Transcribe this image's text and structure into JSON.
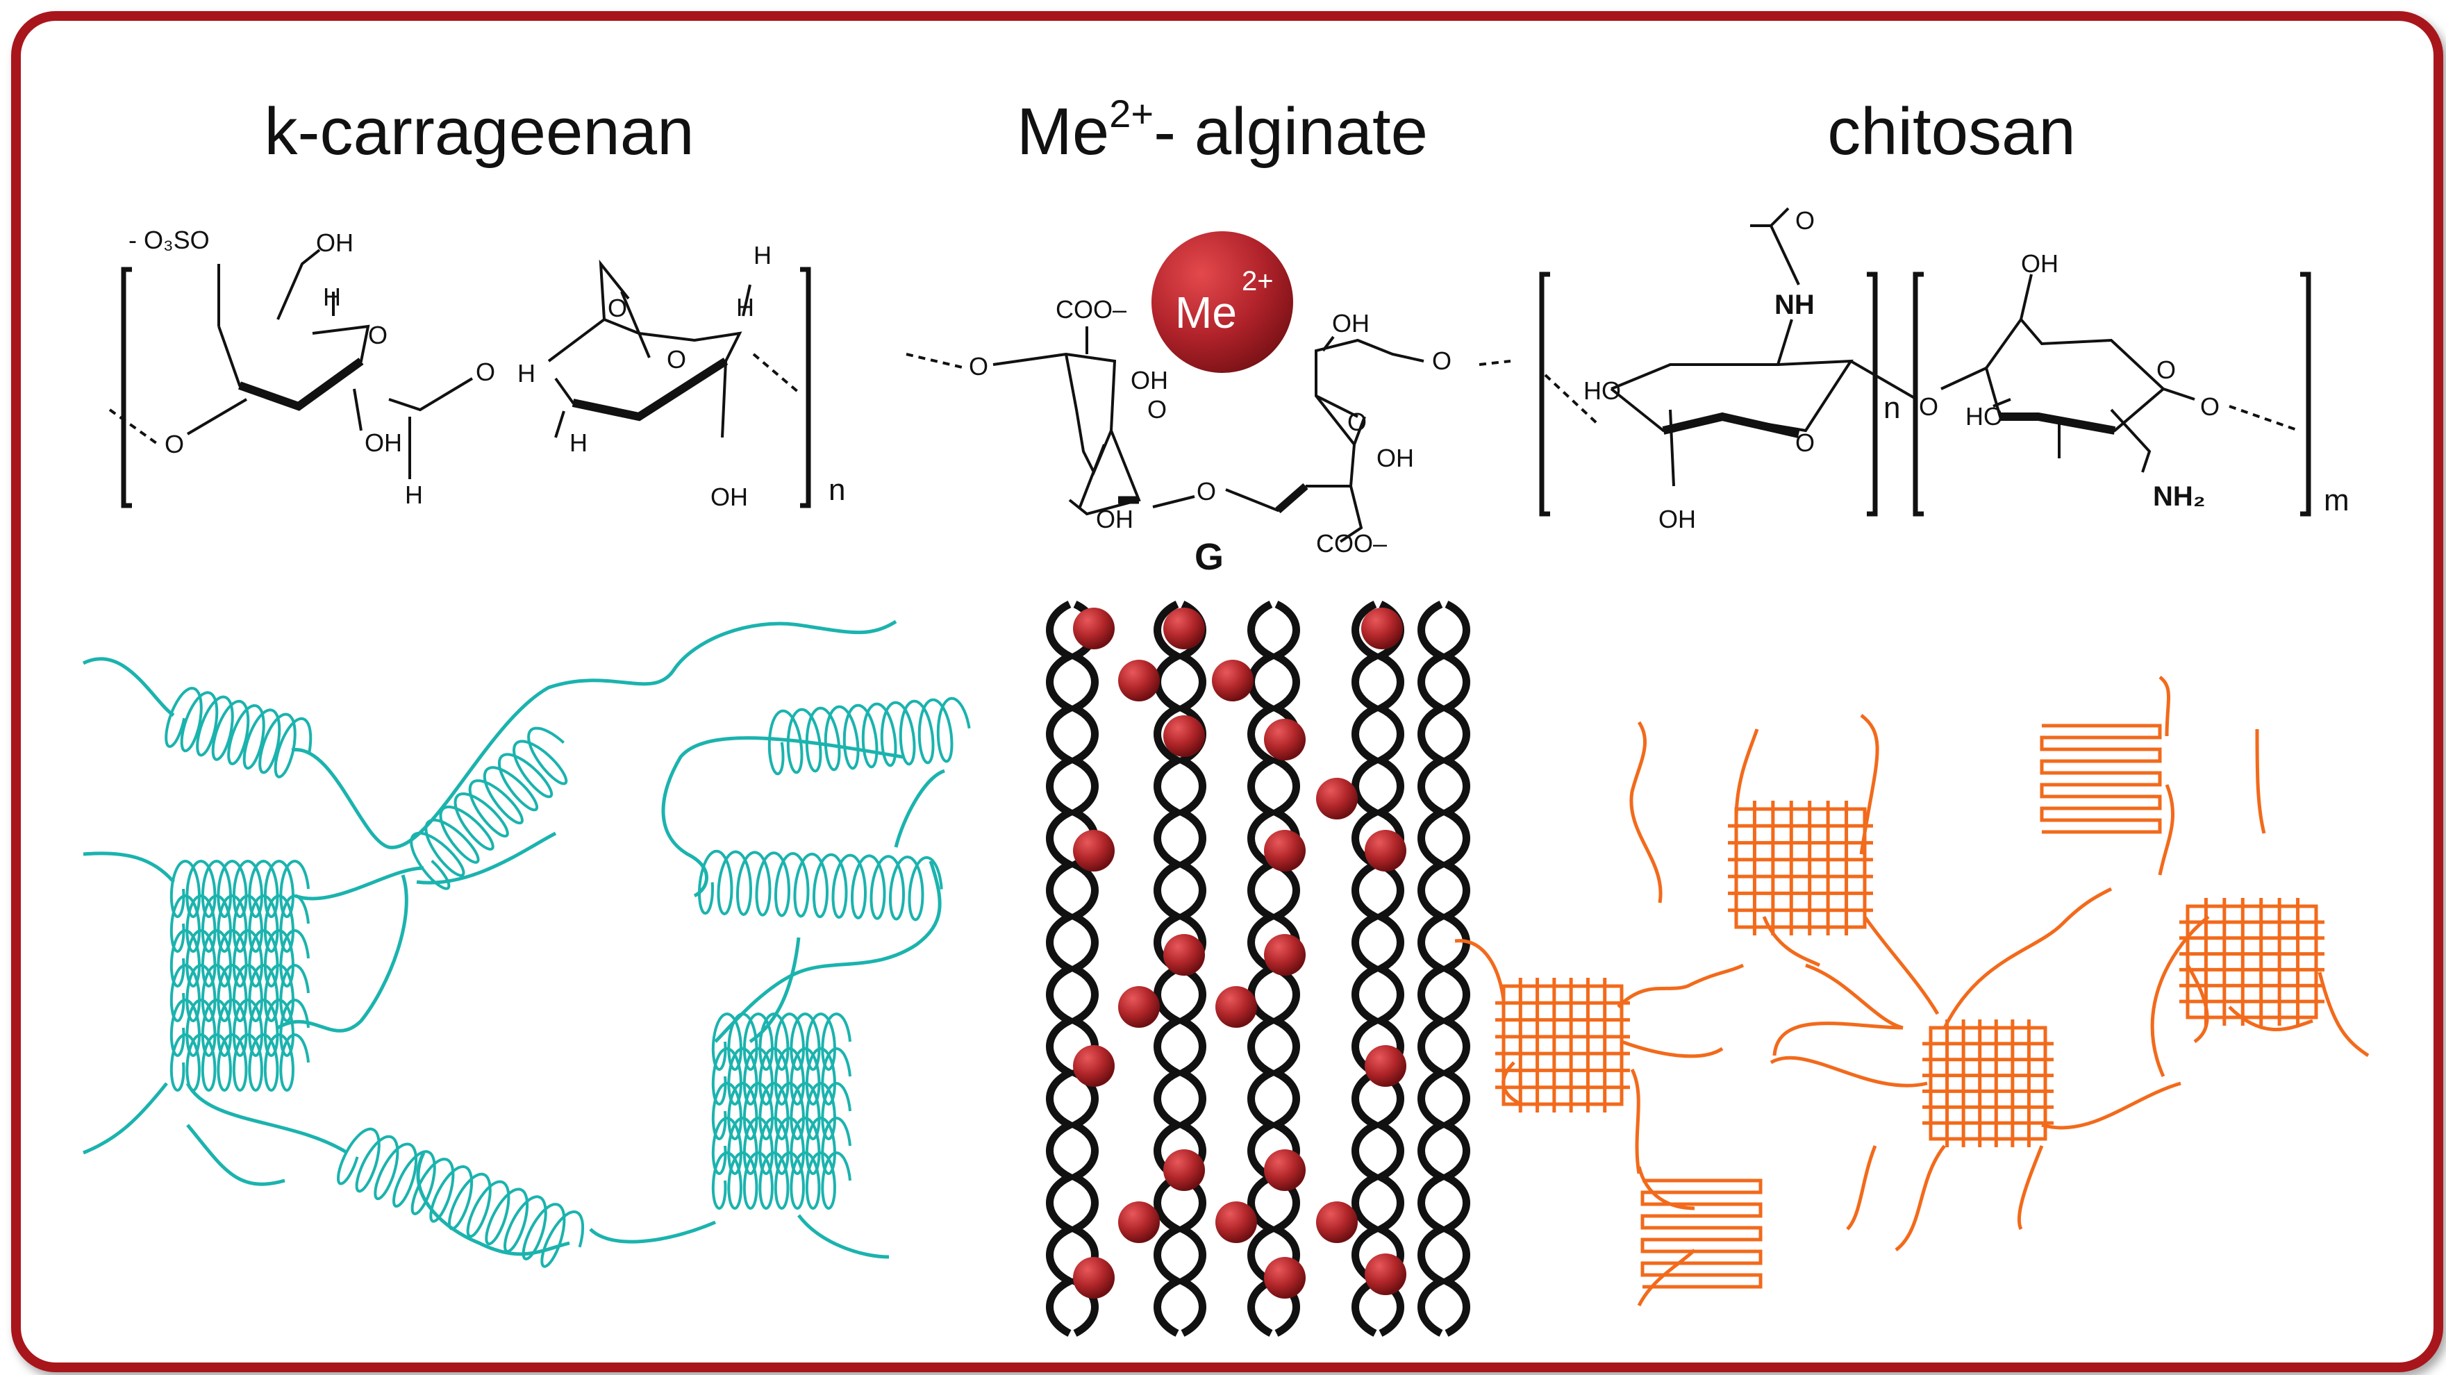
{
  "titles": {
    "carrageenan": "k-carrageenan",
    "alginate_base": "Me",
    "alginate_sup": "2+",
    "alginate_rest": "- alginate",
    "chitosan": "chitosan"
  },
  "carrageenan_structure": {
    "o3so": "- O₃SO",
    "oh_top": "OH",
    "h_labels": [
      "H",
      "H",
      "H",
      "H",
      "H",
      "H"
    ],
    "o_labels": [
      "O",
      "O",
      "O",
      "O",
      "O"
    ],
    "oh_bottom_1": "OH",
    "oh_bottom_2": "OH",
    "subscript": "n"
  },
  "alginate_structure": {
    "coo_left": "COO–",
    "coo_right": "COO–",
    "oh_labels": [
      "OH",
      "OH",
      "OH",
      "OH"
    ],
    "o_labels": [
      "O",
      "O",
      "O",
      "O",
      "O"
    ],
    "ion_base": "Me",
    "ion_sup": "2+",
    "block_label": "G"
  },
  "chitosan_structure": {
    "nh": "NH",
    "o_acetyl": "O",
    "ho_left": "HO",
    "oh_bottom": "OH",
    "oh_top": "OH",
    "ho_right": "HO",
    "nh2": "NH₂",
    "o_labels": [
      "O",
      "O",
      "O",
      "O"
    ],
    "subscript_n": "n",
    "subscript_m": "m"
  },
  "colors": {
    "frame": "#a8161b",
    "carrageenan": "#1bb3ae",
    "alginate_ion": "#9e1b1e",
    "alginate_chain": "#111111",
    "chitosan": "#f26a1b"
  }
}
